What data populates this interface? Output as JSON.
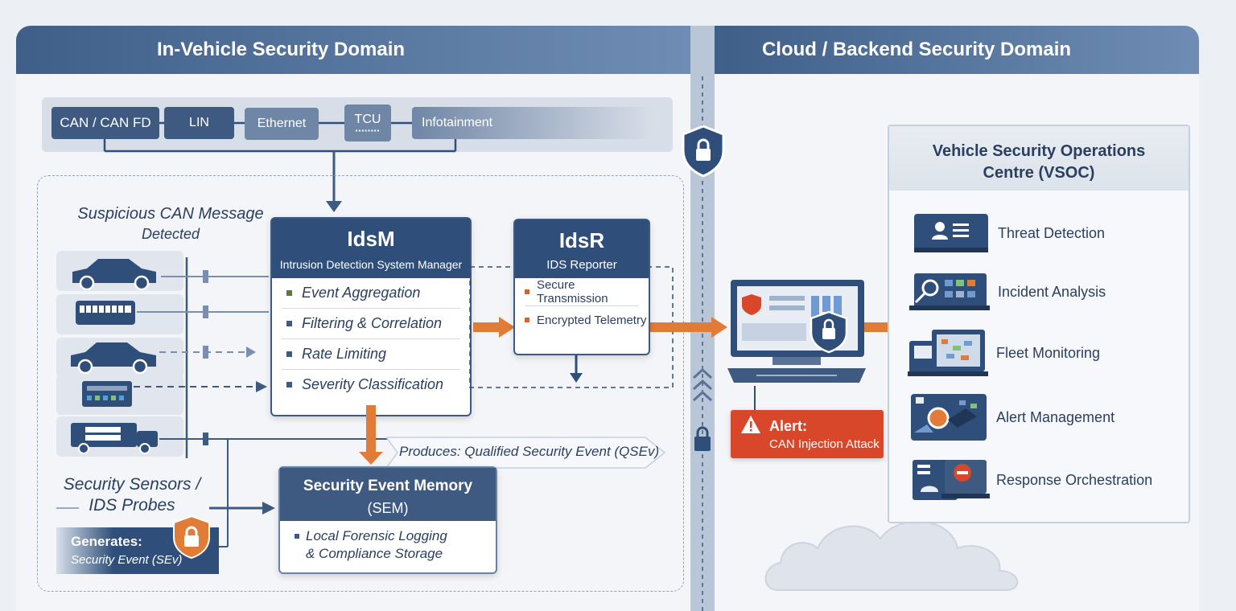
{
  "domains": {
    "left_title": "In-Vehicle Security Domain",
    "right_title": "Cloud / Backend Security Domain"
  },
  "bus": {
    "can": "CAN / CAN FD",
    "lin": "LIN",
    "ethernet": "Ethernet",
    "tcu": "TCU",
    "infotainment": "Infotainment"
  },
  "suspicious": {
    "line1": "Suspicious CAN Message",
    "line2": "Detected"
  },
  "sensors": {
    "line1": "Security Sensors /",
    "line2": "IDS Probes"
  },
  "generates": {
    "title": "Generates:",
    "subtitle": "Security Event (SEv)"
  },
  "idsm": {
    "title": "IdsM",
    "subtitle": "Intrusion Detection System Manager",
    "items": [
      "Event Aggregation",
      "Filtering & Correlation",
      "Rate Limiting",
      "Severity Classification"
    ]
  },
  "idsr": {
    "title": "IdsR",
    "subtitle": "IDS Reporter",
    "items": [
      "Secure Transmission",
      "Encrypted Telemetry"
    ]
  },
  "produces": "Produces: Qualified Security Event (QSEv)",
  "sem": {
    "title": "Security Event Memory",
    "subtitle": "(SEM)",
    "line1": "Local Forensic Logging",
    "line2": "& Compliance Storage"
  },
  "alert": {
    "title": "Alert:",
    "detail": "CAN Injection Attack"
  },
  "vsoc": {
    "title_line1": "Vehicle Security Operations",
    "title_line2": "Centre (VSOC)",
    "items": [
      "Threat Detection",
      "Incident Analysis",
      "Fleet Monitoring",
      "Alert Management",
      "Response Orchestration"
    ]
  },
  "colors": {
    "header": "#3f5f89",
    "card_header": "#2f4f7a",
    "accent_orange": "#e07b38",
    "alert_red": "#d9472b"
  }
}
